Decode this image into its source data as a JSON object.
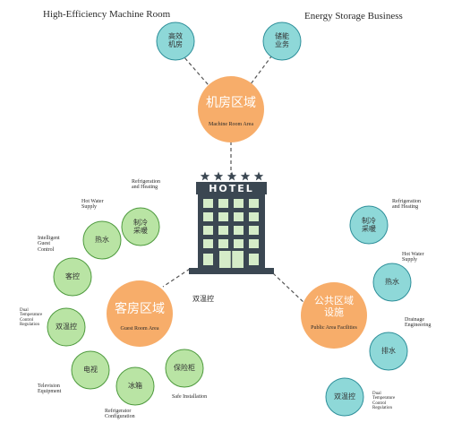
{
  "colors": {
    "teal_fill": "#8ed8d8",
    "teal_stroke": "#2e8f9a",
    "orange_fill": "#f7ad6a",
    "green_fill": "#b9e4a4",
    "green_stroke": "#4e9a3e",
    "building_fill": "#3b4752",
    "window_fill": "#d5ecc8",
    "star": "#3b4752",
    "line": "#555555"
  },
  "top": {
    "left_heading": "High-Efficiency Machine Room",
    "right_heading": "Energy Storage Business",
    "left_circle": "高效\n机房",
    "right_circle": "储能\n业务"
  },
  "machine_room": {
    "cn": "机房区域",
    "en": "Machine Room Area"
  },
  "hotel": {
    "sign": "HOTEL",
    "stars": 5,
    "connector_label": "双温控"
  },
  "guest_room": {
    "cn": "客房区域",
    "en": "Guest Room Area",
    "items": {
      "cooling": {
        "cn": "制冷\n采暖",
        "en": "Refrigeration\nand Heating"
      },
      "hot_water": {
        "cn": "热水",
        "en": "Hot Water\nSupply"
      },
      "control": {
        "cn": "客控",
        "en": "Intelligent\nGuest\nControl"
      },
      "dual_temp": {
        "cn": "双温控",
        "en": "Dual\nTemperature\nControl\nRegulation"
      },
      "tv": {
        "cn": "电视",
        "en": "Television\nEquipment"
      },
      "fridge": {
        "cn": "冰箱",
        "en": "Refrigerator\nConfiguration"
      },
      "safe": {
        "cn": "保险柜",
        "en": "Safe Installation"
      }
    }
  },
  "public_area": {
    "cn": "公共区域\n设施",
    "en": "Public Area Facilities",
    "items": {
      "cooling": {
        "cn": "制冷\n采暖",
        "en": "Refrigeration\nand Heating"
      },
      "hot_water": {
        "cn": "热水",
        "en": "Hot Water\nSupply"
      },
      "drainage": {
        "cn": "排水",
        "en": "Drainage\nEngineering"
      },
      "dual_temp": {
        "cn": "双温控",
        "en": "Dual\nTemperature\nControl\nRegulation"
      }
    }
  }
}
